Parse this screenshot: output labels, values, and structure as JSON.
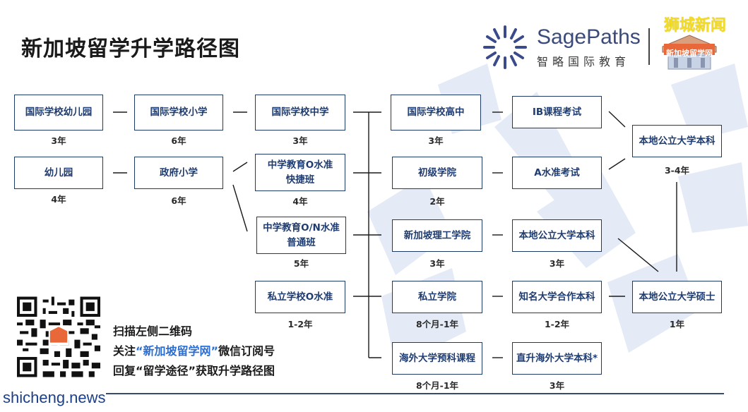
{
  "title": "新加坡留学升学路径图",
  "brand": {
    "name": "SagePaths",
    "subtitle": "智略国际教育",
    "badge_text": "新加坡留学网"
  },
  "corner_tag": "狮城新闻",
  "nodes": [
    {
      "id": "n1",
      "label": "国际学校幼儿园",
      "years": "3年"
    },
    {
      "id": "n2",
      "label": "国际学校小学",
      "years": "6年"
    },
    {
      "id": "n3",
      "label": "国际学校中学",
      "years": "3年"
    },
    {
      "id": "n4",
      "label": "国际学校高中",
      "years": "3年"
    },
    {
      "id": "n5",
      "label": "IB课程考试",
      "years": ""
    },
    {
      "id": "n6",
      "label": "幼儿园",
      "years": "4年"
    },
    {
      "id": "n7",
      "label": "政府小学",
      "years": "6年"
    },
    {
      "id": "n8",
      "label": "中学教育O水准\n快捷班",
      "years": "4年"
    },
    {
      "id": "n9",
      "label": "初级学院",
      "years": "2年"
    },
    {
      "id": "n10",
      "label": "A水准考试",
      "years": ""
    },
    {
      "id": "n11",
      "label": "本地公立大学本科",
      "years": "3-4年"
    },
    {
      "id": "n12",
      "label": "中学教育O/N水准\n普通班",
      "years": "5年"
    },
    {
      "id": "n13",
      "label": "新加坡理工学院",
      "years": "3年"
    },
    {
      "id": "n14",
      "label": "本地公立大学本科",
      "years": "3年"
    },
    {
      "id": "n15",
      "label": "私立学校O水准",
      "years": "1-2年"
    },
    {
      "id": "n16",
      "label": "私立学院",
      "years": "8个月-1年"
    },
    {
      "id": "n17",
      "label": "知名大学合作本科",
      "years": "1-2年"
    },
    {
      "id": "n18",
      "label": "本地公立大学硕士",
      "years": "1年"
    },
    {
      "id": "n19",
      "label": "海外大学预科课程",
      "years": "8个月-1年"
    },
    {
      "id": "n20",
      "label": "直升海外大学本科*",
      "years": "3年"
    }
  ],
  "qr": {
    "line1": "扫描左侧二维码",
    "line2_prefix": "关注",
    "line2_highlight": "“新加坡留学网”",
    "line2_suffix": "微信订阅号",
    "line3": "回复“留学途径”获取升学路径图"
  },
  "footer_watermark": "shicheng.news",
  "colors": {
    "node_border": "#1e3a66",
    "node_text": "#1f3c70",
    "highlight": "#2a6ed4",
    "watermark_rays": "#dbe3f3"
  }
}
